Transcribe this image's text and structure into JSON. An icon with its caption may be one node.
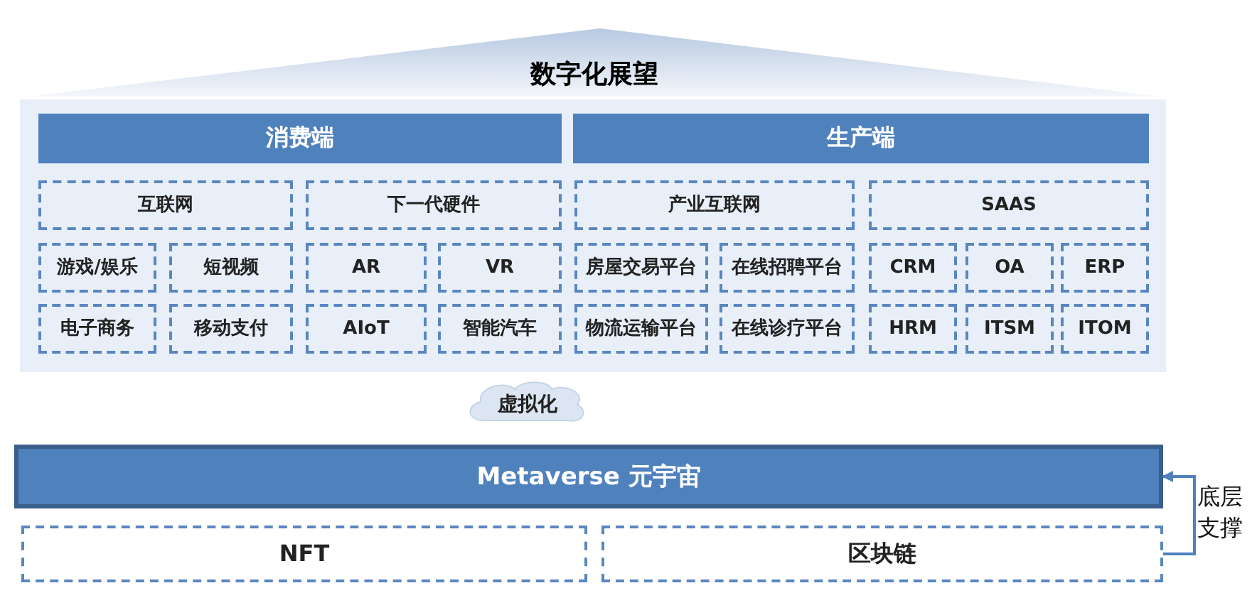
{
  "diagram": {
    "nodes": [
      {
        "text": [
          "数字化展望"
        ]
      },
      {
        "text": [],
        "shape": "box"
      },
      {
        "text": [
          "消费端"
        ],
        "in": 1
      },
      {
        "text": [
          "生产端"
        ],
        "in": 1
      },
      {
        "text": [
          "互联网"
        ],
        "in": 1
      },
      {
        "text": [
          "下一代硬件"
        ],
        "in": 1
      },
      {
        "text": [
          "产业互联网"
        ],
        "in": 1
      },
      {
        "text": [
          "SAAS"
        ],
        "in": 1
      },
      {
        "text": [
          "游戏/娱乐"
        ],
        "in": 1
      },
      {
        "text": [
          "短视频"
        ],
        "in": 1
      },
      {
        "text": [
          "AR"
        ],
        "in": 1
      },
      {
        "text": [
          "VR"
        ],
        "in": 1
      },
      {
        "text": [
          "房屋交易平台"
        ],
        "in": 1
      },
      {
        "text": [
          "在线招聘平台"
        ],
        "in": 1
      },
      {
        "text": [
          "CRM"
        ],
        "in": 1
      },
      {
        "text": [
          "OA"
        ],
        "in": 1
      },
      {
        "text": [
          "ERP"
        ],
        "in": 1
      },
      {
        "text": [
          "电子商务"
        ],
        "in": 1
      },
      {
        "text": [
          "移动支付"
        ],
        "in": 1
      },
      {
        "text": [
          "AIoT"
        ],
        "in": 1
      },
      {
        "text": [
          "智能汽车"
        ],
        "in": 1
      },
      {
        "text": [
          "物流运输平台"
        ],
        "in": 1
      },
      {
        "text": [
          "在线诊疗平台"
        ],
        "in": 1
      },
      {
        "text": [
          "HRM"
        ],
        "in": 1
      },
      {
        "text": [
          "ITSM"
        ],
        "in": 1
      },
      {
        "text": [
          "ITOM"
        ],
        "in": 1
      },
      {
        "text": [
          "虚拟化"
        ]
      },
      {
        "text": [
          "Metaverse 元宇宙"
        ]
      },
      {
        "text": [
          "NFT"
        ]
      },
      {
        "text": [
          "区块链"
        ]
      }
    ],
    "edges": [
      {
        "from": 29,
        "to": 27,
        "arrow": "to",
        "label": "底层支撑"
      }
    ]
  }
}
